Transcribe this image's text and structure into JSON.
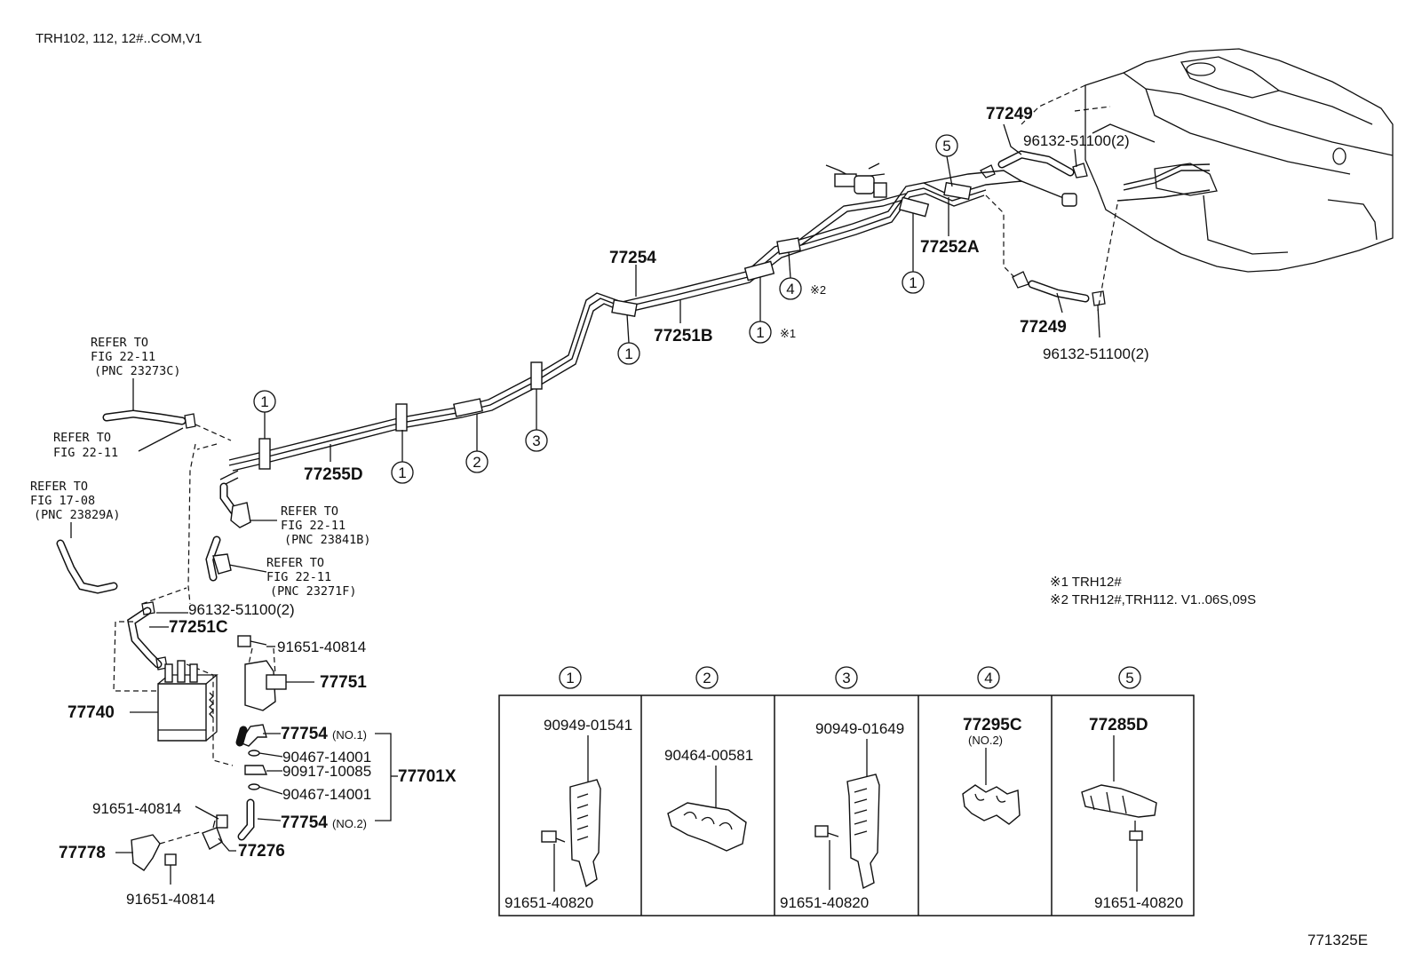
{
  "header": {
    "model_code": "TRH102, 112, 12#..COM,V1"
  },
  "figure_id": "771325E",
  "notes": [
    "※1 TRH12#",
    "※2 TRH12#,TRH112. V1..06S,09S"
  ],
  "callouts": {
    "c1": "1",
    "c2": "2",
    "c3": "3",
    "c4": "4",
    "c5": "5"
  },
  "markers": {
    "m1": "※1",
    "m2": "※2"
  },
  "parts": {
    "p77249_top": "77249",
    "p96132_top": "96132-51100(2)",
    "p77252A": "77252A",
    "p77249_bot": "77249",
    "p96132_right": "96132-51100(2)",
    "p77254": "77254",
    "p77251B": "77251B",
    "p77255D": "77255D",
    "p96132_left": "96132-51100(2)",
    "p77251C": "77251C",
    "p91651_40814_a": "91651-40814",
    "p77751": "77751",
    "p77740": "77740",
    "p77754_1": "77754",
    "p77754_1_note": "(NO.1)",
    "p90467_a": "90467-14001",
    "p90917": "90917-10085",
    "p90467_b": "90467-14001",
    "p77701X": "77701X",
    "p91651_40814_b": "91651-40814",
    "p77754_2": "77754",
    "p77754_2_note": "(NO.2)",
    "p77778": "77778",
    "p77276": "77276",
    "p91651_40814_c": "91651-40814"
  },
  "refs": {
    "r1": [
      "REFER TO",
      "FIG 22-11",
      "(PNC 23273C)"
    ],
    "r2": [
      "REFER TO",
      "FIG 22-11"
    ],
    "r3": [
      "REFER TO",
      "FIG 17-08",
      "(PNC 23829A)"
    ],
    "r4": [
      "REFER TO",
      "FIG 22-11",
      "(PNC 23841B)"
    ],
    "r5": [
      "REFER TO",
      "FIG 22-11",
      "(PNC 23271F)"
    ]
  },
  "clamp_table": {
    "headers": [
      "1",
      "2",
      "3",
      "4",
      "5"
    ],
    "cells": [
      {
        "top": "90949-01541",
        "bottom": "91651-40820"
      },
      {
        "top": "90464-00581"
      },
      {
        "top": "90949-01649",
        "bottom": "91651-40820"
      },
      {
        "top": "77295C",
        "note": "(NO.2)"
      },
      {
        "top": "77285D",
        "bottom": "91651-40820"
      }
    ]
  }
}
